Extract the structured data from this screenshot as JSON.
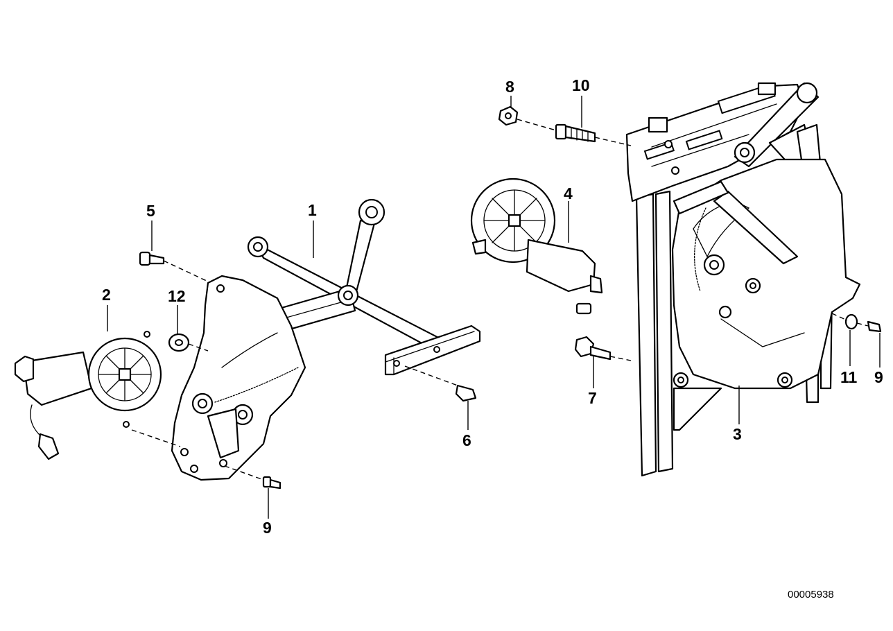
{
  "diagram": {
    "callouts": {
      "c1": "1",
      "c2": "2",
      "c3": "3",
      "c4": "4",
      "c5": "5",
      "c6": "6",
      "c7": "7",
      "c8": "8",
      "c9a": "9",
      "c9b": "9",
      "c10": "10",
      "c11": "11",
      "c12": "12"
    },
    "doc_number": "00005938"
  }
}
